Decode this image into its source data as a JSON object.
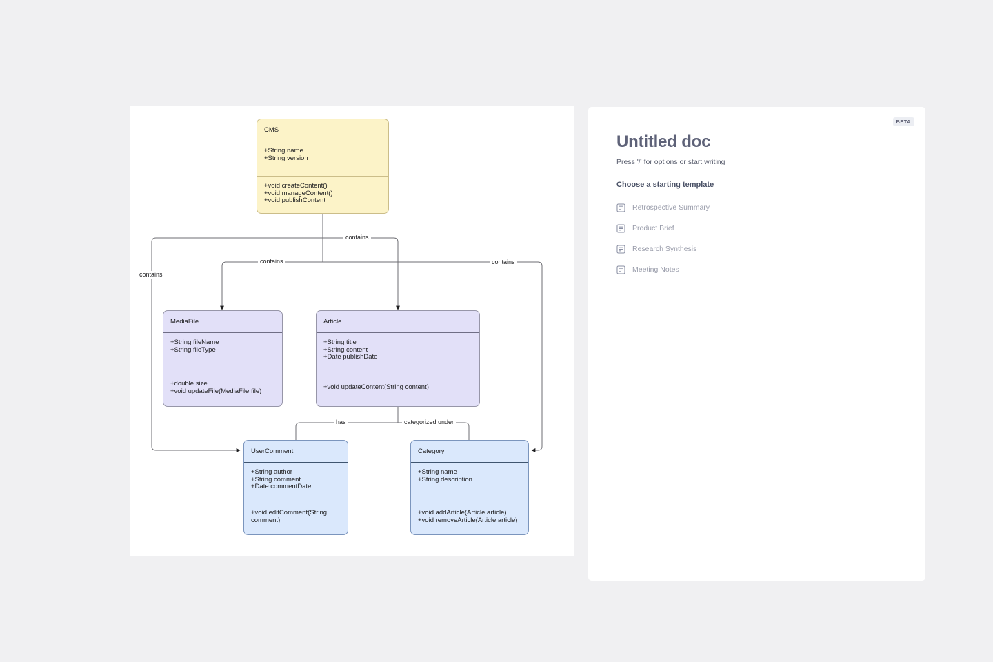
{
  "canvas": {
    "name": "uml-class-diagram",
    "classes": [
      {
        "id": "cms",
        "name": "CMS",
        "color": "#fcf3c8",
        "attributes": "+String name\n+String version",
        "methods": "+void createContent()\n+void manageContent()\n+void publishContent"
      },
      {
        "id": "mediafile",
        "name": "MediaFile",
        "color": "#e2e0f8",
        "attributes": "+String fileName\n+String fileType",
        "methods": "+double size\n+void updateFile(MediaFile file)"
      },
      {
        "id": "article",
        "name": "Article",
        "color": "#e2e0f8",
        "attributes": "+String title\n+String content\n+Date publishDate",
        "methods": "+void updateContent(String content)"
      },
      {
        "id": "usercomment",
        "name": "UserComment",
        "color": "#dae8fc",
        "attributes": "+String author\n+String comment\n+Date commentDate",
        "methods": "+void editComment(String comment)"
      },
      {
        "id": "category",
        "name": "Category",
        "color": "#dae8fc",
        "attributes": "+String name\n+String description",
        "methods": "+void addArticle(Article article)\n+void removeArticle(Article article)"
      }
    ],
    "relations": [
      {
        "id": "cms-usercomment",
        "label": "contains",
        "from": "CMS",
        "to": "UserComment"
      },
      {
        "id": "cms-mediafile",
        "label": "contains",
        "from": "CMS",
        "to": "MediaFile"
      },
      {
        "id": "cms-article",
        "label": "contains",
        "from": "CMS",
        "to": "Article"
      },
      {
        "id": "cms-category",
        "label": "contains",
        "from": "CMS",
        "to": "Category"
      },
      {
        "id": "article-usercomment",
        "label": "has",
        "from": "Article",
        "to": "UserComment"
      },
      {
        "id": "article-category",
        "label": "categorized under",
        "from": "Article",
        "to": "Category"
      }
    ]
  },
  "doc": {
    "badge": "BETA",
    "title": "Untitled doc",
    "hint": "Press '/' for options or start writing",
    "template_heading": "Choose a starting template",
    "templates": [
      {
        "icon": "document-icon",
        "label": "Retrospective Summary"
      },
      {
        "icon": "document-icon",
        "label": "Product Brief"
      },
      {
        "icon": "document-icon",
        "label": "Research Synthesis"
      },
      {
        "icon": "document-icon",
        "label": "Meeting Notes"
      }
    ]
  },
  "colors": {
    "background": "#f0f0f2",
    "panel": "#ffffff",
    "yellow_fill": "#fcf3c8",
    "purple_fill": "#e2e0f8",
    "blue_fill": "#dae8fc",
    "title_text": "#5e6278",
    "muted_text": "#9a9dab"
  }
}
